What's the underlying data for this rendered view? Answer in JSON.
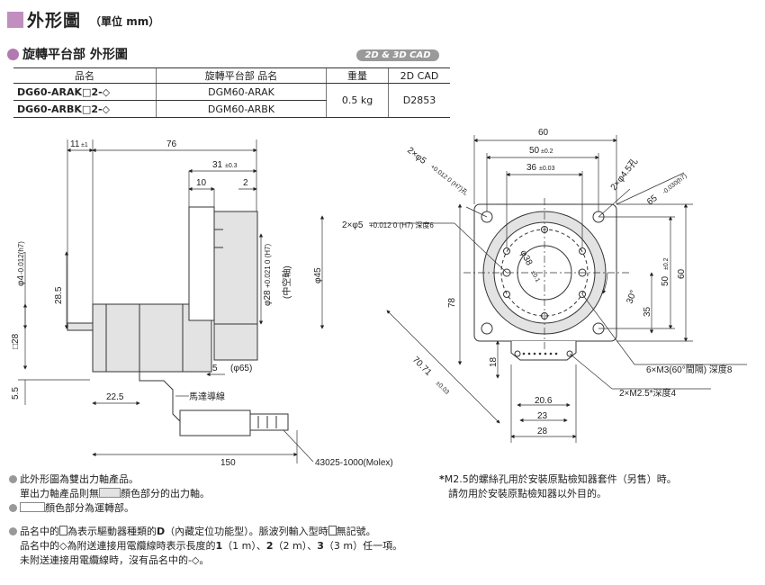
{
  "header": {
    "title": "外形圖",
    "unit": "（單位 mm）"
  },
  "section": {
    "title": "旋轉平台部 外形圖",
    "cad_badge": "2D & 3D CAD"
  },
  "table": {
    "headers": [
      "品名",
      "旋轉平台部 品名",
      "重量",
      "2D CAD"
    ],
    "rows": [
      {
        "name": "DG60-ARAK□2-◇",
        "table_name": "DGM60-ARAK"
      },
      {
        "name": "DG60-ARBK□2-◇",
        "table_name": "DGM60-ARBK"
      }
    ],
    "weight": "0.5 kg",
    "cad": "D2853"
  },
  "dims": {
    "d11": "11",
    "d11tol": "±1",
    "d76": "76",
    "d31": "31",
    "d31tol": "±0.3",
    "d10": "10",
    "d2": "2",
    "phi4": "φ4",
    "phi4tol": "-0.012(h7)",
    "d285": "28.5",
    "sq28": "□28",
    "d55": "5.5",
    "d225": "22.5",
    "phi28": "φ28",
    "phi28tol": "+0.021 0 (H7)",
    "hollow": "(中空軸)",
    "phi45": "φ45",
    "d5": "5",
    "phi65": "(φ65)",
    "motor_cable": "馬達導線",
    "d150": "150",
    "connector": "43025-1000(Molex)",
    "d60top": "60",
    "d50": "50",
    "d50tol": "±0.2",
    "d36": "36",
    "d36tol": "±0.03",
    "h2phi5": "2×φ5",
    "h2phi5tol": "+0.012 0 (H7)孔",
    "h2phi45": "2×φ4.5孔",
    "d65": "65",
    "d65tol": "-0.030(h7)",
    "h2phi5deep": "2×φ5",
    "h2phi5deeptol": "+0.012 0 (H7) 深度6",
    "phi38": "φ38",
    "phi38tol": "±0.1",
    "d78": "78",
    "d50v": "50",
    "d50vtol": "±0.2",
    "d60v": "60",
    "d30": "30°",
    "d35": "35",
    "d18": "18",
    "d7071": "70.71",
    "d7071tol": "±0.03",
    "m3": "6×M3(60°間隔) 深度8",
    "m25": "2×M2.5*深度4",
    "d206": "20.6",
    "d23": "23",
    "d28": "28"
  },
  "notes": {
    "n1": "此外形圖為雙出力軸產品。",
    "n1b_pre": "單出力軸產品則無",
    "n1b_post": "顏色部分的出力軸。",
    "n2_post": "顏色部分為運轉部。",
    "n3_a": "品名中的",
    "n3_b": "為表示驅動器種類的",
    "n3_d": "D",
    "n3_c": "（內藏定位功能型）。脈波列輸入型時",
    "n3_e": "無記號。",
    "n4_a": "品名中的◇為附送連接用電纜線時表示長度的",
    "n4_1": "1",
    "n4_1u": "（1 m）、",
    "n4_2": "2",
    "n4_2u": "（2 m）、",
    "n4_3": "3",
    "n4_3u": "（3 m）任一項。",
    "n5": "未附送連接用電纜線時，沒有品名中的-◇。",
    "r1": "M2.5的螺絲孔用於安裝原點檢知器套件（另售）時。",
    "r2": "請勿用於安裝原點檢知器以外目的。"
  }
}
